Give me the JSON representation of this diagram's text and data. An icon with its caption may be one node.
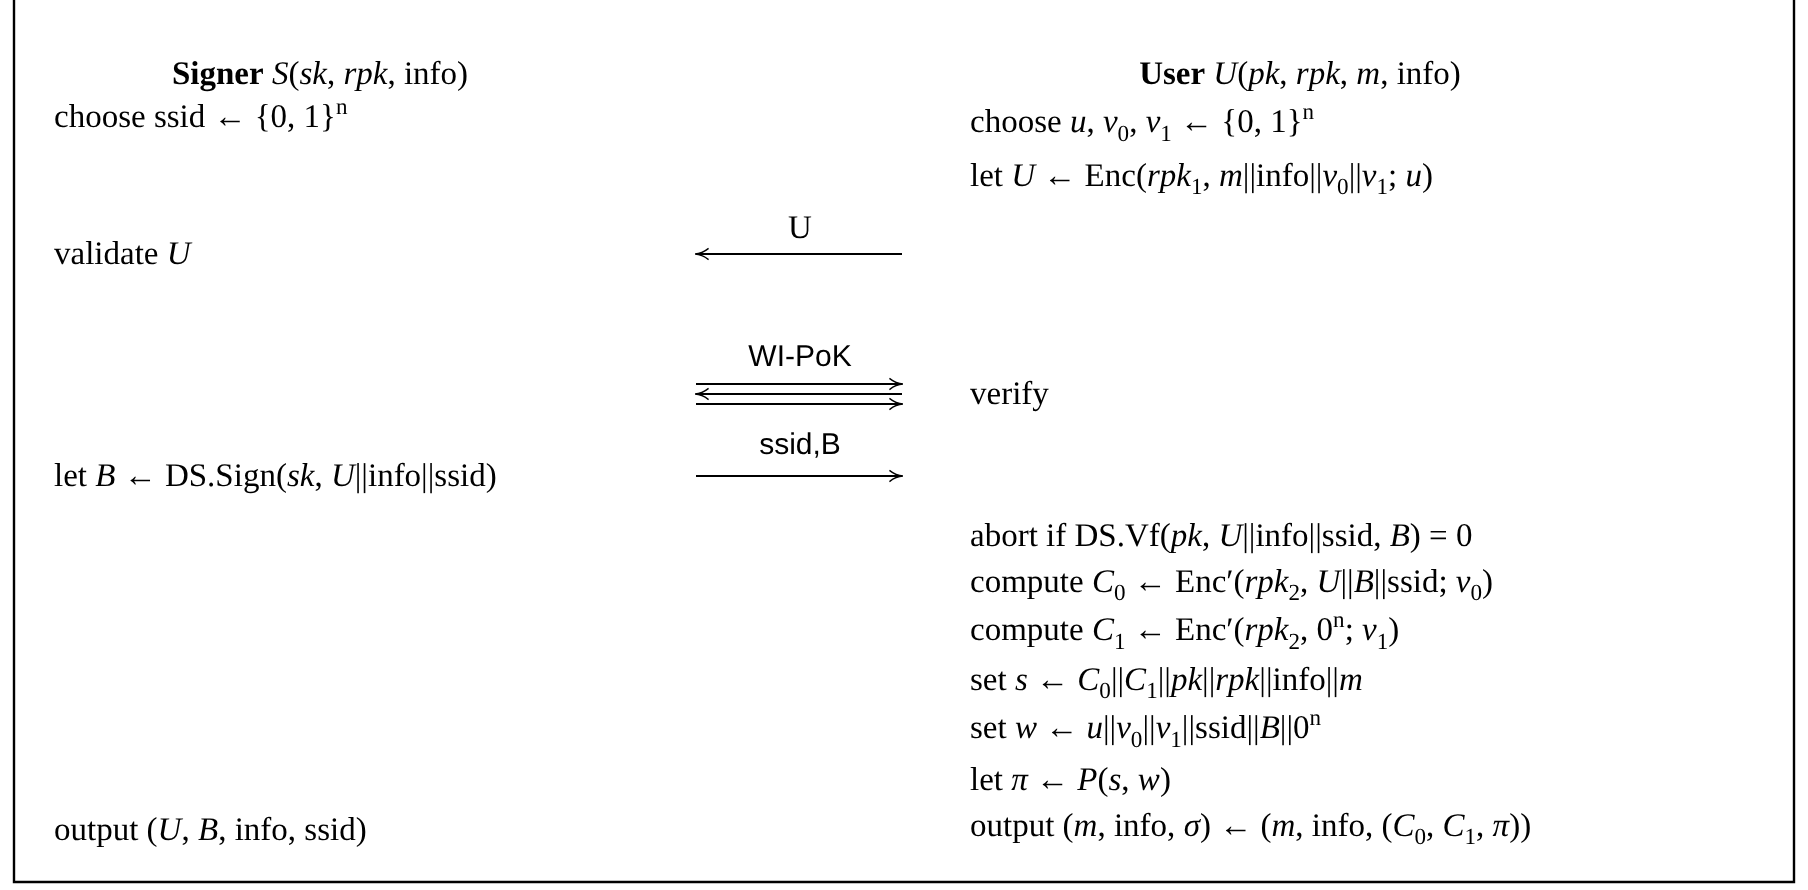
{
  "diagram": {
    "labels": [
      "**Signer** *S*(*sk*, *rpk*, info)",
      "**User** *U*(*pk*, *rpk*, *m*, info)",
      "choose ssid ← {0, 1}$^{n}$",
      "choose *u*, *v*$_{0}$, *v*$_{1}$ ← {0, 1}$^{n}$",
      "let *U* ← Enc(*rpk*$_{1}$, *m*||info||*v*$_{0}$||*v*$_{1}$; *u*)",
      "validate *U*",
      "U",
      "WI-PoK",
      "verify",
      "let *B* ← DS.Sign(*sk*, *U*||info||ssid)",
      "ssid,B",
      "abort if DS.Vf(*pk*, *U*||info||ssid, *B*) = 0",
      "compute *C*$_{0}$ ← Enc′(*rpk*$_{2}$, *U*||*B*||ssid; *v*$_{0}$)",
      "compute *C*$_{1}$ ← Enc′(*rpk*$_{2}$, 0$^{n}$; *v*$_{1}$)",
      "set *s* ← *C*$_{0}$||*C*$_{1}$||*pk*||*rpk*||info||*m*",
      "set *w* ← *u*||*v*$_{0}$||*v*$_{1}$||ssid||*B*||0$^{n}$",
      "let *π* ← *P*(*s*, *w*)",
      "output (*U*, *B*, info, ssid)",
      "output (*m*, info, *σ*) ← (*m*, info, (*C*$_{0}$, *C*$_{1}$, *π*))"
    ]
  }
}
